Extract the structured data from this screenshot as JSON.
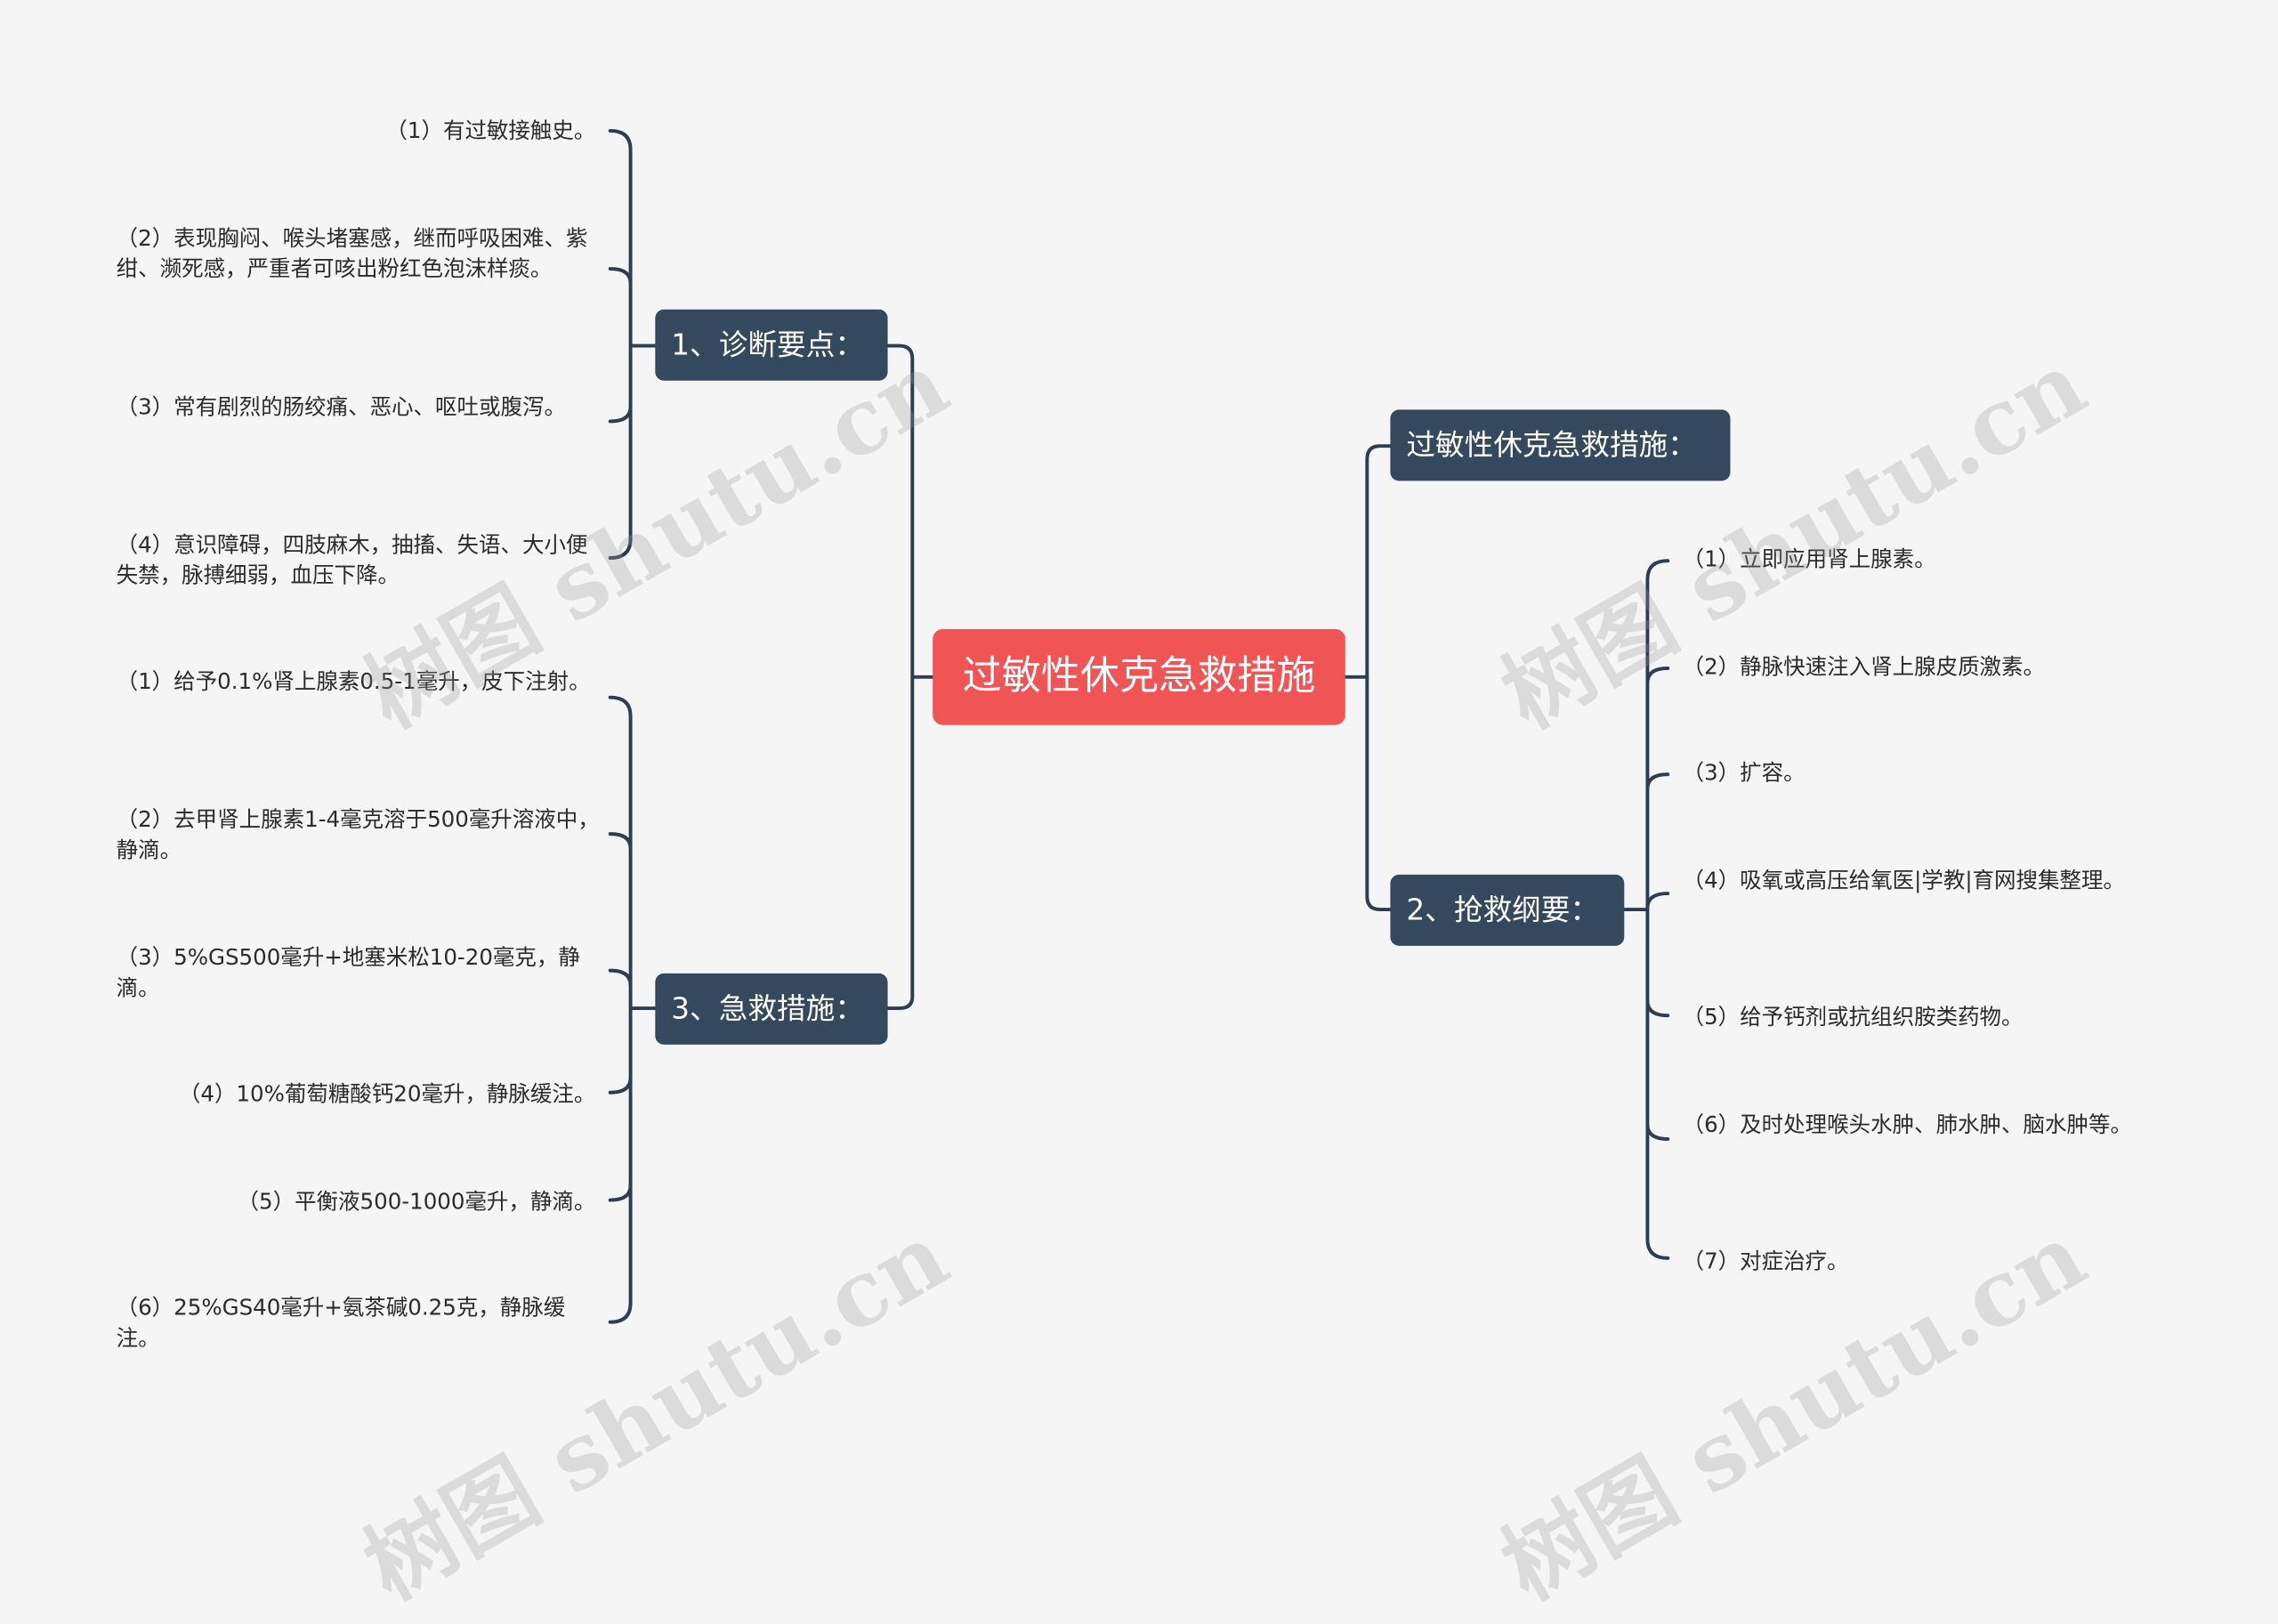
{
  "watermark": "树图 shutu.cn",
  "root": {
    "label": "过敏性休克急救措施"
  },
  "left_branches": [
    {
      "label": "1、诊断要点：",
      "items": [
        "（1）有过敏接触史。",
        "（2）表现胸闷、喉头堵塞感，继而呼吸困难、紫绀、濒死感，严重者可咳出粉红色泡沫样痰。",
        "（3）常有剧烈的肠绞痛、恶心、呕吐或腹泻。",
        "（4）意识障碍，四肢麻木，抽搐、失语、大小便失禁，脉搏细弱，血压下降。"
      ]
    },
    {
      "label": "3、急救措施：",
      "items": [
        "（1）给予0.1%肾上腺素0.5-1毫升，皮下注射。",
        "（2）去甲肾上腺素1-4毫克溶于500毫升溶液中，静滴。",
        "（3）5%GS500毫升+地塞米松10-20毫克，静滴。",
        "（4）10%葡萄糖酸钙20毫升，静脉缓注。",
        "（5）平衡液500-1000毫升，静滴。",
        "（6）25%GS40毫升+氨茶碱0.25克，静脉缓注。"
      ]
    }
  ],
  "right_branches": [
    {
      "label": "过敏性休克急救措施：",
      "items": []
    },
    {
      "label": "2、抢救纲要：",
      "items": [
        "（1）立即应用肾上腺素。",
        "（2）静脉快速注入肾上腺皮质激素。",
        "（3）扩容。",
        "（4）吸氧或高压给氧医|学教|育网搜集整理。",
        "（5）给予钙剂或抗组织胺类药物。",
        "（6）及时处理喉头水肿、肺水肿、脑水肿等。",
        "（7）对症治疗。"
      ]
    }
  ]
}
